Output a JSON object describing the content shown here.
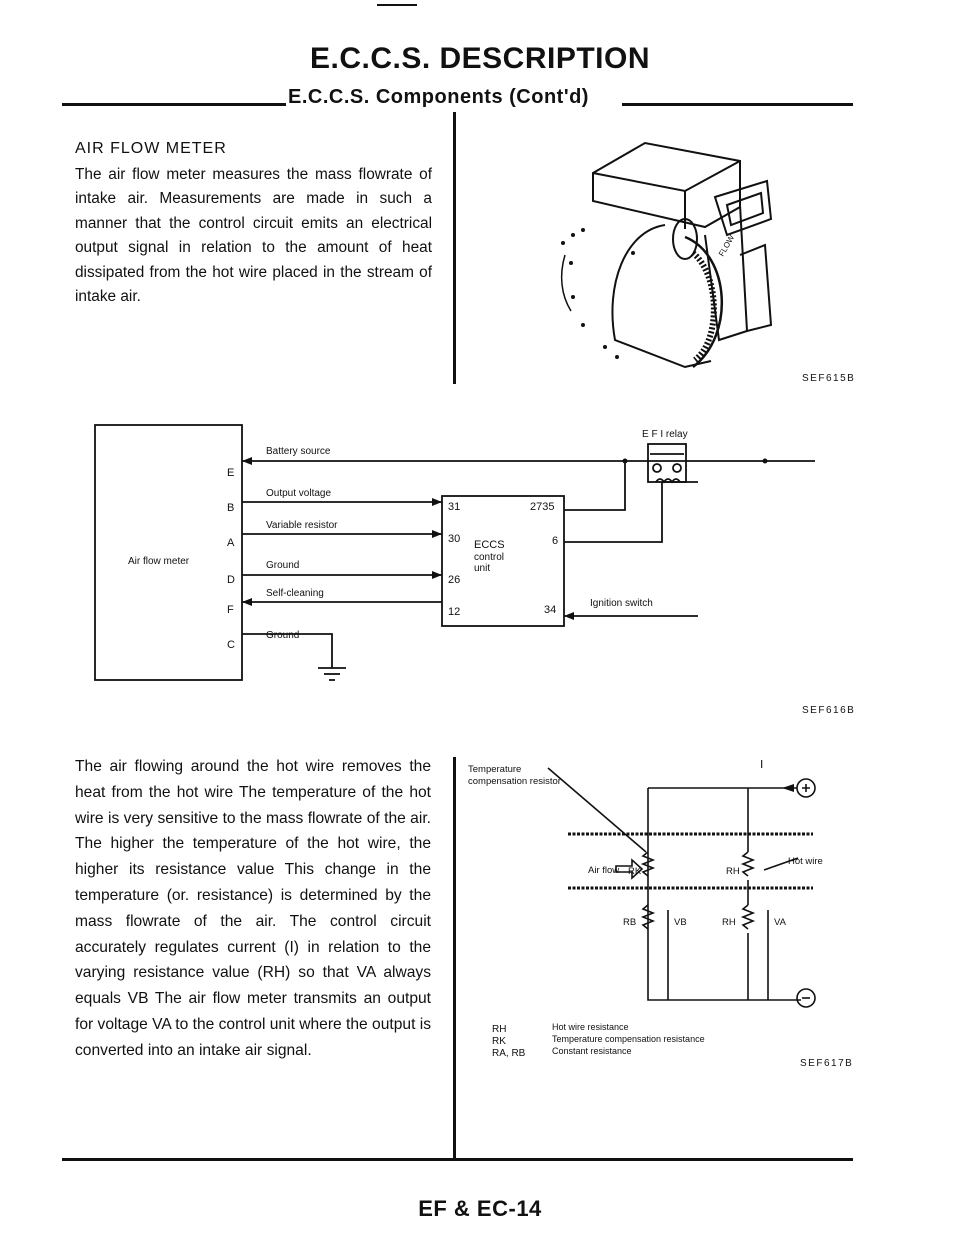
{
  "header": {
    "title": "E.C.C.S. DESCRIPTION",
    "subtitle": "E.C.C.S. Components (Cont'd)"
  },
  "section": {
    "heading": "AIR FLOW METER",
    "paragraph1": "The air flow meter measures the mass flowrate of intake air. Measurements are made in such a manner that the control circuit emits an electrical output signal in relation to the amount of heat dissipated from the hot wire placed in the stream of intake air.",
    "paragraph2": "The air flowing around the hot wire removes the heat from the hot wire The temperature of the hot wire is very sensitive to the mass flowrate of the air. The higher the temperature of the hot wire, the higher its resistance value This change in the temperature (or. resistance) is determined by the mass flowrate of the air. The control circuit accurately regulates current (I) in relation to the varying resistance value (RH) so that VA always equals VB The air flow meter transmits an output for voltage VA to the control unit where the output is converted into an intake air signal."
  },
  "figure1": {
    "code": "SEF615B",
    "flow_label": "FLOW"
  },
  "figure2": {
    "code": "SEF616B",
    "air_flow_meter": "Air flow meter",
    "pins": [
      "E",
      "B",
      "A",
      "D",
      "F",
      "C"
    ],
    "signals": [
      "Battery source",
      "Output voltage",
      "Variable resistor",
      "Ground",
      "Self-cleaning",
      "Ground"
    ],
    "ecu_pins_left": [
      "31",
      "30",
      "26",
      "12"
    ],
    "ecu_pins_right": [
      "2735",
      "6",
      "34"
    ],
    "ecu_label_1": "ECCS",
    "ecu_label_2": "control",
    "ecu_label_3": "unit",
    "efi_relay": "E F I relay",
    "ignition_switch": "Ignition switch"
  },
  "figure3": {
    "code": "SEF617B",
    "temp_comp_1": "Temperature",
    "temp_comp_2": "compensation resistor",
    "current": "I",
    "hot_wire": "Hot wire",
    "air_flow": "Air flow",
    "rk": "RK",
    "rh": "RH",
    "rb": "RB",
    "vb": "VB",
    "rh2": "RH",
    "va": "VA",
    "legend": [
      {
        "symbol": "RH",
        "text": "Hot wire resistance"
      },
      {
        "symbol": "RK",
        "text": "Temperature compensation resistance"
      },
      {
        "symbol": "RA, RB",
        "text": "Constant resistance"
      }
    ]
  },
  "footer": {
    "page": "EF & EC-14"
  }
}
